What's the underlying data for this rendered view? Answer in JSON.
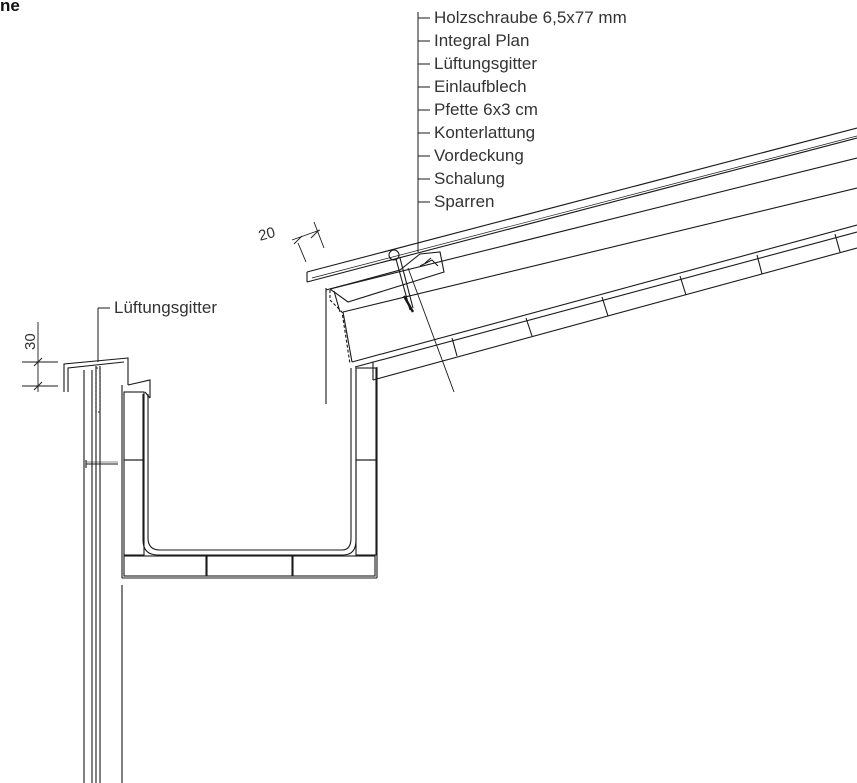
{
  "heading": "ne",
  "labels": {
    "holzschraube": "Holzschraube 6,5x77 mm",
    "integral_plan": "Integral Plan",
    "lueftungsgitter_top": "Lüftungsgitter",
    "einlaufblech": "Einlaufblech",
    "pfette": "Pfette 6x3 cm",
    "konterlattung": "Konterlattung",
    "vordeckung": "Vordeckung",
    "schalung": "Schalung",
    "sparren": "Sparren",
    "lueftungsgitter_left": "Lüftungsgitter"
  },
  "dimensions": {
    "overhang": "20",
    "grille_height": "30"
  }
}
